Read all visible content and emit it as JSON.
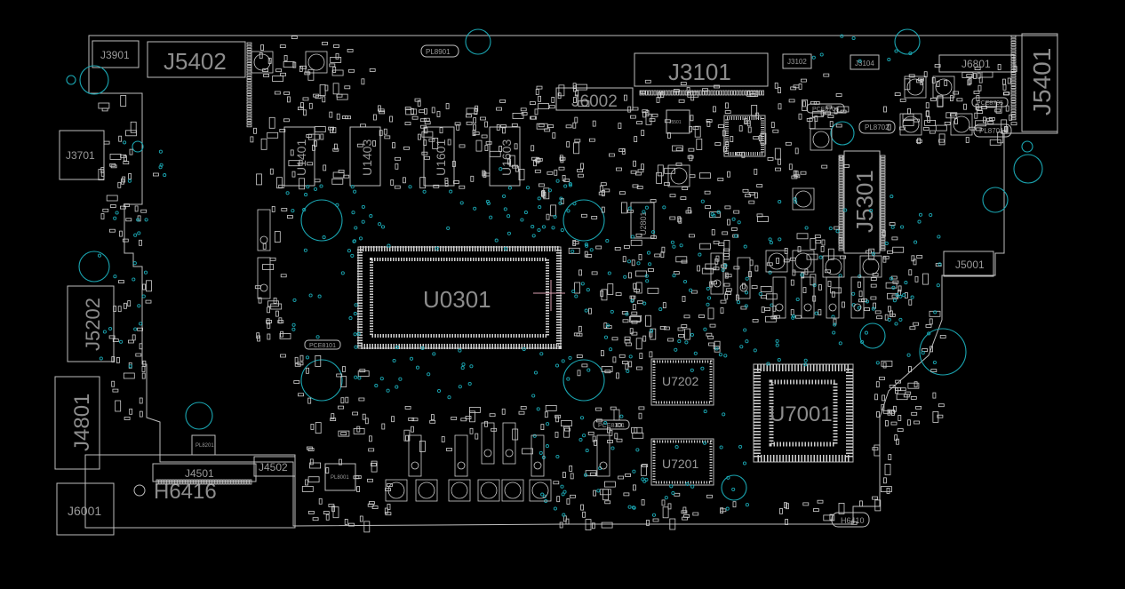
{
  "colors": {
    "background": "#000000",
    "outline": "#bdbdbd",
    "label": "#8c8c8c",
    "via": "#1aa6b2",
    "marker": "#d8a0b0"
  },
  "labels": {
    "J3901": "J3901",
    "J5402": "J5402",
    "J3101": "J3101",
    "J3102": "J3102",
    "J3104": "J3104",
    "J6801": "J6801",
    "J5401": "J5401",
    "J6002": "J6002",
    "J3701": "J3701",
    "U1401": "U1401",
    "U1403": "U1403",
    "U1601": "U1601",
    "U1603": "U1603",
    "J5301": "J5301",
    "U0301": "U0301",
    "J5202": "J5202",
    "J5001": "J5001",
    "U7202": "U7202",
    "U7201": "U7201",
    "U7001": "U7001",
    "J4801": "J4801",
    "J4501": "J4501",
    "J4502": "J4502",
    "H6416": "H6416",
    "J6001": "J6001",
    "U2801": "U2801",
    "H6410": "H6410",
    "PL8901": "PL8901",
    "PL8702": "PL8702",
    "PL8701": "PL8701",
    "PCE8706": "PCE8706",
    "PCE8705": "PCE8705",
    "PCE8101": "PCE8101",
    "PCE8301": "PCE8301",
    "J5501": "J5501",
    "PL8001": "PL8001",
    "PL8201": "PL8201"
  }
}
